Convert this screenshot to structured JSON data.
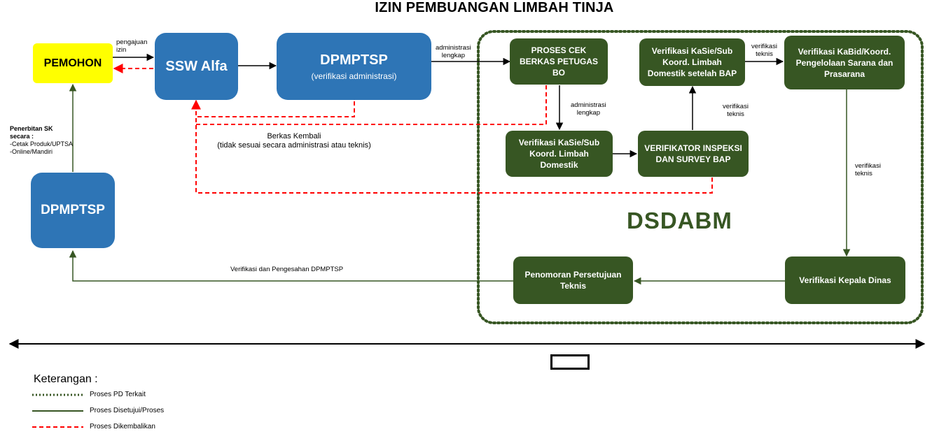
{
  "title": "IZIN PEMBUANGAN LIMBAH TINJA",
  "boxes": {
    "pemohon": "PEMOHON",
    "ssw_alfa": "SSW Alfa",
    "dpmptsp_admin_title": "DPMPTSP",
    "dpmptsp_admin_sub": "(verifikasi administrasi)",
    "dpmptsp_final": "DPMPTSP",
    "proses_cek": "PROSES CEK BERKAS PETUGAS BO",
    "verif_kasie_1": "Verifikasi KaSie/Sub Koord. Limbah Domestik",
    "verifikator": "VERIFIKATOR INSPEKSI DAN SURVEY BAP",
    "verif_kasie_2": "Verifikasi KaSie/Sub Koord. Limbah Domestik setelah BAP",
    "verif_kabid": "Verifikasi KaBid/Koord. Pengelolaan Sarana dan Prasarana",
    "verif_kadis": "Verifikasi Kepala Dinas",
    "penomoran": "Penomoran Persetujuan Teknis"
  },
  "labels": {
    "pengajuan": [
      "pengajuan",
      "izin"
    ],
    "admin_lengkap_1": [
      "administrasi",
      "lengkap"
    ],
    "admin_lengkap_2": [
      "administrasi",
      "lengkap"
    ],
    "verif_teknis_1": [
      "verifikasi",
      "teknis"
    ],
    "verif_teknis_2": [
      "verifikasi",
      "teknis"
    ],
    "verif_teknis_3": [
      "verifikasi",
      "teknis"
    ],
    "penerbitan": [
      "Penerbitan SK",
      "secara :",
      "-Cetak Produk/UPTSA",
      "-Online/Mandiri"
    ],
    "berkas_kembali_1": "Berkas Kembali",
    "berkas_kembali_2": "(tidak sesuai secara administrasi atau teknis)",
    "pengesahan": "Verifikasi dan Pengesahan DPMPTSP"
  },
  "department": "DSDABM",
  "legend": {
    "title": "Keterangan :",
    "items": [
      "Proses PD Terkait",
      "Proses Disetujui/Proses",
      "Proses Dikembalikan"
    ]
  },
  "colors": {
    "blue": "#2e75b6",
    "green": "#375623",
    "yellow": "#ffff00",
    "red": "#ff0000"
  }
}
